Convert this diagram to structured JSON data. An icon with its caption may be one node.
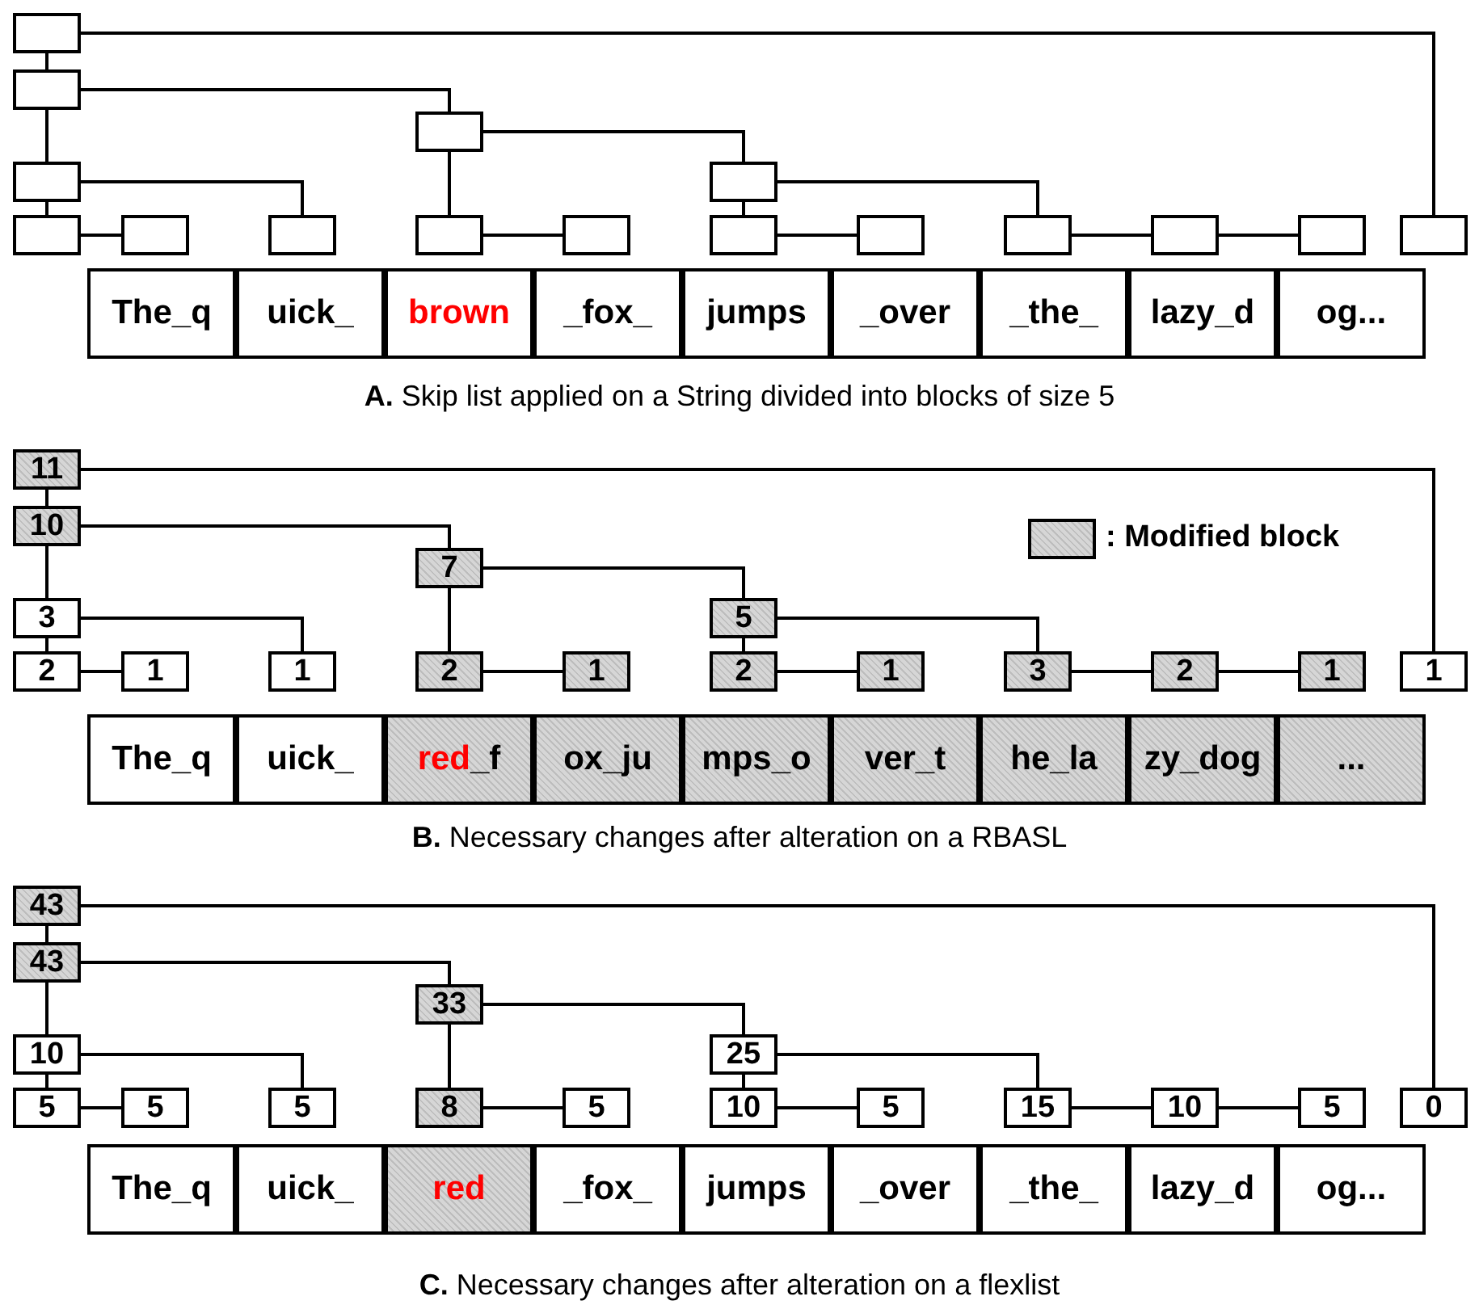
{
  "diagram": {
    "nodes": [
      {
        "text": [],
        "shape": "box"
      },
      {
        "text": [],
        "shape": "box"
      },
      {
        "text": [],
        "shape": "box"
      },
      {
        "text": [],
        "shape": "box"
      },
      {
        "text": [],
        "shape": "box"
      },
      {
        "text": [],
        "shape": "box"
      },
      {
        "text": [],
        "shape": "box"
      },
      {
        "text": [],
        "shape": "box"
      },
      {
        "text": [],
        "shape": "box"
      },
      {
        "text": [],
        "shape": "box"
      },
      {
        "text": [],
        "shape": "box"
      },
      {
        "text": [],
        "shape": "box"
      },
      {
        "text": [],
        "shape": "box"
      },
      {
        "text": [],
        "shape": "box"
      },
      {
        "text": [],
        "shape": "box"
      },
      {
        "text": [],
        "shape": "box"
      },
      {
        "text": [
          "The_q"
        ]
      },
      {
        "text": [
          "uick_"
        ]
      },
      {
        "text": [
          "brown"
        ]
      },
      {
        "text": [
          "_fox_"
        ]
      },
      {
        "text": [
          "jumps"
        ]
      },
      {
        "text": [
          "_over"
        ]
      },
      {
        "text": [
          "_the_"
        ]
      },
      {
        "text": [
          "lazy_d"
        ]
      },
      {
        "text": [
          "og..."
        ]
      },
      {
        "text": [
          "11"
        ]
      },
      {
        "text": [
          "10"
        ]
      },
      {
        "text": [
          "7"
        ]
      },
      {
        "text": [
          "3"
        ]
      },
      {
        "text": [
          "5"
        ]
      },
      {
        "text": [
          "2"
        ]
      },
      {
        "text": [
          "1"
        ]
      },
      {
        "text": [
          "1"
        ]
      },
      {
        "text": [
          "2"
        ]
      },
      {
        "text": [
          "1"
        ]
      },
      {
        "text": [
          "2"
        ]
      },
      {
        "text": [
          "1"
        ]
      },
      {
        "text": [
          "3"
        ]
      },
      {
        "text": [
          "2"
        ]
      },
      {
        "text": [
          "1"
        ]
      },
      {
        "text": [
          "1"
        ]
      },
      {
        "text": [
          "The_q"
        ]
      },
      {
        "text": [
          "uick_"
        ]
      },
      {
        "text": [
          "red_f"
        ]
      },
      {
        "text": [
          "ox_ju"
        ]
      },
      {
        "text": [
          "mps_o"
        ]
      },
      {
        "text": [
          "ver_t"
        ]
      },
      {
        "text": [
          "he_la"
        ]
      },
      {
        "text": [
          "zy_dog"
        ]
      },
      {
        "text": [
          "..."
        ]
      },
      {
        "text": [
          "43"
        ]
      },
      {
        "text": [
          "43"
        ]
      },
      {
        "text": [
          "33"
        ]
      },
      {
        "text": [
          "10"
        ]
      },
      {
        "text": [
          "25"
        ]
      },
      {
        "text": [
          "5"
        ]
      },
      {
        "text": [
          "5"
        ]
      },
      {
        "text": [
          "5"
        ]
      },
      {
        "text": [
          "8"
        ]
      },
      {
        "text": [
          "5"
        ]
      },
      {
        "text": [
          "10"
        ]
      },
      {
        "text": [
          "5"
        ]
      },
      {
        "text": [
          "15"
        ]
      },
      {
        "text": [
          "10"
        ]
      },
      {
        "text": [
          "5"
        ]
      },
      {
        "text": [
          "0"
        ]
      },
      {
        "text": [
          "The_q"
        ]
      },
      {
        "text": [
          "uick_"
        ]
      },
      {
        "text": [
          "red"
        ]
      },
      {
        "text": [
          "_fox_"
        ]
      },
      {
        "text": [
          "jumps"
        ]
      },
      {
        "text": [
          "_over"
        ]
      },
      {
        "text": [
          "_the_"
        ]
      },
      {
        "text": [
          "lazy_d"
        ]
      },
      {
        "text": [
          "og..."
        ]
      }
    ],
    "edges": [
      {
        "from": 0,
        "to": 15,
        "arrow": "none"
      },
      {
        "from": 0,
        "to": 1,
        "arrow": "none"
      },
      {
        "from": 1,
        "to": 2,
        "arrow": "none"
      },
      {
        "from": 1,
        "to": 3,
        "arrow": "none"
      },
      {
        "from": 2,
        "to": 4,
        "arrow": "none"
      },
      {
        "from": 2,
        "to": 8,
        "arrow": "none"
      },
      {
        "from": 3,
        "to": 5,
        "arrow": "none"
      },
      {
        "from": 3,
        "to": 7,
        "arrow": "none"
      },
      {
        "from": 4,
        "to": 10,
        "arrow": "none"
      },
      {
        "from": 4,
        "to": 12,
        "arrow": "none"
      },
      {
        "from": 5,
        "to": 6,
        "arrow": "none"
      },
      {
        "from": 8,
        "to": 9,
        "arrow": "none"
      },
      {
        "from": 10,
        "to": 11,
        "arrow": "none"
      },
      {
        "from": 12,
        "to": 13,
        "arrow": "none"
      },
      {
        "from": 13,
        "to": 14,
        "arrow": "none"
      },
      {
        "from": 25,
        "to": 40,
        "arrow": "none"
      },
      {
        "from": 25,
        "to": 26,
        "arrow": "none"
      },
      {
        "from": 26,
        "to": 27,
        "arrow": "none"
      },
      {
        "from": 26,
        "to": 28,
        "arrow": "none"
      },
      {
        "from": 27,
        "to": 29,
        "arrow": "none"
      },
      {
        "from": 27,
        "to": 33,
        "arrow": "none"
      },
      {
        "from": 28,
        "to": 30,
        "arrow": "none"
      },
      {
        "from": 28,
        "to": 32,
        "arrow": "none"
      },
      {
        "from": 29,
        "to": 35,
        "arrow": "none"
      },
      {
        "from": 29,
        "to": 37,
        "arrow": "none"
      },
      {
        "from": 30,
        "to": 31,
        "arrow": "none"
      },
      {
        "from": 33,
        "to": 34,
        "arrow": "none"
      },
      {
        "from": 35,
        "to": 36,
        "arrow": "none"
      },
      {
        "from": 37,
        "to": 38,
        "arrow": "none"
      },
      {
        "from": 38,
        "to": 39,
        "arrow": "none"
      },
      {
        "from": 50,
        "to": 65,
        "arrow": "none"
      },
      {
        "from": 50,
        "to": 51,
        "arrow": "none"
      },
      {
        "from": 51,
        "to": 52,
        "arrow": "none"
      },
      {
        "from": 51,
        "to": 53,
        "arrow": "none"
      },
      {
        "from": 52,
        "to": 54,
        "arrow": "none"
      },
      {
        "from": 52,
        "to": 58,
        "arrow": "none"
      },
      {
        "from": 53,
        "to": 55,
        "arrow": "none"
      },
      {
        "from": 53,
        "to": 57,
        "arrow": "none"
      },
      {
        "from": 54,
        "to": 60,
        "arrow": "none"
      },
      {
        "from": 54,
        "to": 62,
        "arrow": "none"
      },
      {
        "from": 55,
        "to": 56,
        "arrow": "none"
      },
      {
        "from": 58,
        "to": 59,
        "arrow": "none"
      },
      {
        "from": 60,
        "to": 61,
        "arrow": "none"
      },
      {
        "from": 62,
        "to": 63,
        "arrow": "none"
      },
      {
        "from": 63,
        "to": 64,
        "arrow": "none"
      }
    ],
    "labels": [
      "**A.** Skip list applied on a String divided into blocks of size 5",
      "**B.** Necessary changes after alteration on a RBASL",
      "**C.** Necessary changes after alteration on a flexlist"
    ],
    "legend": [
      {
        "text": ": Modified block",
        "color": "#d6d6d6"
      }
    ]
  }
}
